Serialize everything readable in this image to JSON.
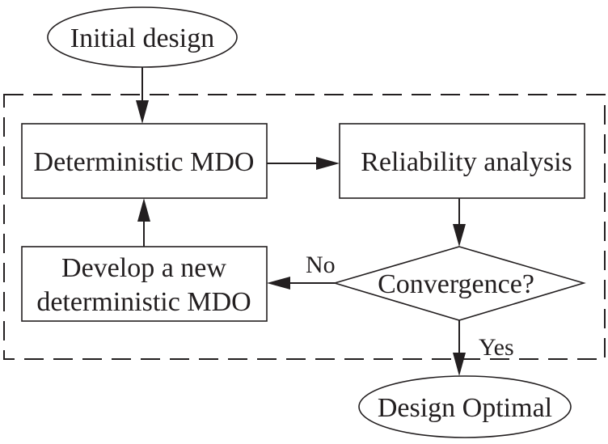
{
  "nodes": {
    "initial_design": "Initial design",
    "deterministic_mdo": "Deterministic MDO",
    "reliability_analysis": "Reliability analysis",
    "convergence": "Convergence?",
    "develop_line1": "Develop a new",
    "develop_line2": "deterministic MDO",
    "design_optimal": "Design Optimal"
  },
  "edges": {
    "no_label": "No",
    "yes_label": "Yes"
  },
  "colors": {
    "stroke": "#231f20",
    "background": "#ffffff"
  }
}
